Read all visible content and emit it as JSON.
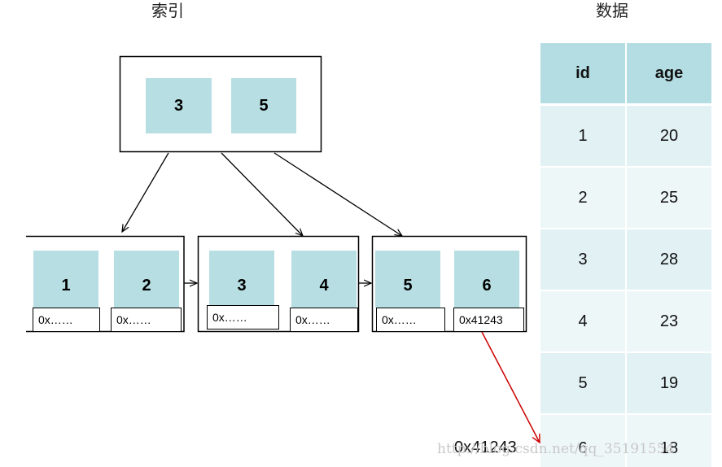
{
  "titles": {
    "index": "索引",
    "data": "数据"
  },
  "root": {
    "keys": [
      "3",
      "5"
    ]
  },
  "leaves": [
    {
      "keys": [
        "1",
        "2"
      ],
      "pointers": [
        "0x……",
        "0x……"
      ]
    },
    {
      "keys": [
        "3",
        "4"
      ],
      "pointers": [
        "0x……",
        "0x……"
      ]
    },
    {
      "keys": [
        "5",
        "6"
      ],
      "pointers": [
        "0x……",
        "0x41243"
      ]
    }
  ],
  "address_label": "0x41243",
  "table": {
    "columns": [
      "id",
      "age"
    ],
    "rows": [
      [
        "1",
        "20"
      ],
      [
        "2",
        "25"
      ],
      [
        "3",
        "28"
      ],
      [
        "4",
        "23"
      ],
      [
        "5",
        "19"
      ],
      [
        "6",
        "18"
      ]
    ]
  },
  "watermark": "http://blog.csdn.net/qq_35191554",
  "colors": {
    "key_fill": "#b7dfe3",
    "table_head": "#b3dde2",
    "highlight_arrow": "#cc0000"
  }
}
